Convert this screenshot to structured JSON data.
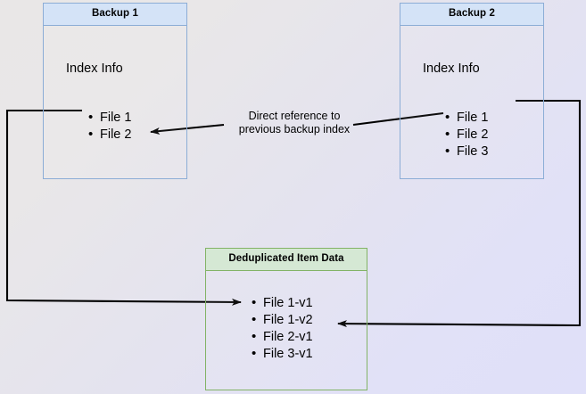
{
  "diagram": {
    "title_hidden": "",
    "background": {
      "from": "#e9e7e7",
      "to": "#e0e0f9"
    },
    "colors": {
      "blue_border": "#8cadd6",
      "blue_header": "#d4e3f7",
      "green_border": "#82b366",
      "green_header": "#d5e8d4",
      "arrow": "#000000"
    },
    "nodes": [
      {
        "id": "backup-1",
        "header": "Backup 1",
        "section_title": "Index Info",
        "items": [
          "File 1",
          "File 2"
        ]
      },
      {
        "id": "backup-2",
        "header": "Backup 2",
        "section_title": "Index Info",
        "items": [
          "File 1",
          "File 2",
          "File 3"
        ]
      },
      {
        "id": "deduplicated-item-data",
        "header": "Deduplicated Item Data",
        "items": [
          "File 1-v1",
          "File 1-v2",
          "File 2-v1",
          "File 3-v1"
        ]
      }
    ],
    "edges": [
      {
        "id": "direct-reference",
        "label_line1": "Direct reference to",
        "label_line2": "previous backup index"
      }
    ]
  }
}
